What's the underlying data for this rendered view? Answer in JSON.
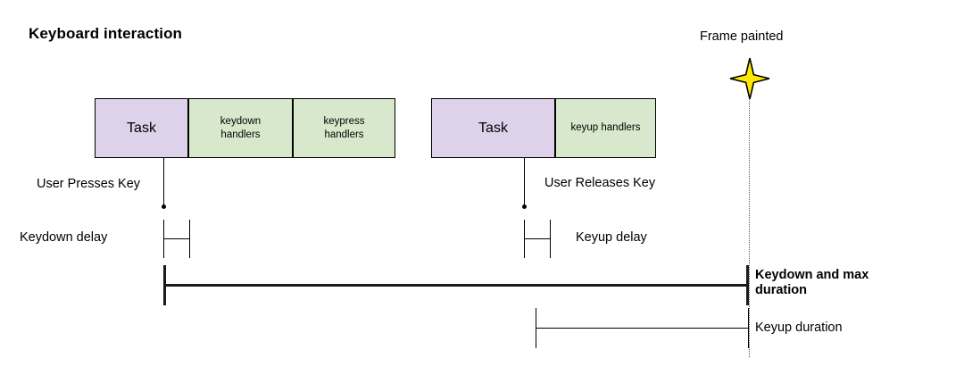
{
  "diagram": {
    "title": "Keyboard interaction",
    "frame_marker": {
      "label": "Frame painted",
      "icon": "four-point-star-icon",
      "star_color": "#FFE800",
      "star_outline": "#000000"
    },
    "colors": {
      "task_fill": "#ddd2ea",
      "handler_fill": "#d8e8cc",
      "stroke": "#000000",
      "dotted_guide": "#555555"
    },
    "track_keydown": {
      "task_label": "Task",
      "segments": [
        {
          "label": "keydown handlers",
          "line1": "keydown",
          "line2": "handlers"
        },
        {
          "label": "keypress handlers",
          "line1": "keypress",
          "line2": "handlers"
        }
      ],
      "event_label": "User Presses Key",
      "delay_label": "Keydown delay"
    },
    "track_keyup": {
      "task_label": "Task",
      "segments": [
        {
          "label": "keyup handlers",
          "line1": "keyup handlers",
          "line2": ""
        }
      ],
      "event_label": "User Releases Key",
      "delay_label": "Keyup delay"
    },
    "durations": [
      {
        "label_line1": "Keydown and max",
        "label_line2": "duration",
        "bold": true
      },
      {
        "label_line1": "Keyup duration",
        "label_line2": "",
        "bold": false
      }
    ]
  }
}
